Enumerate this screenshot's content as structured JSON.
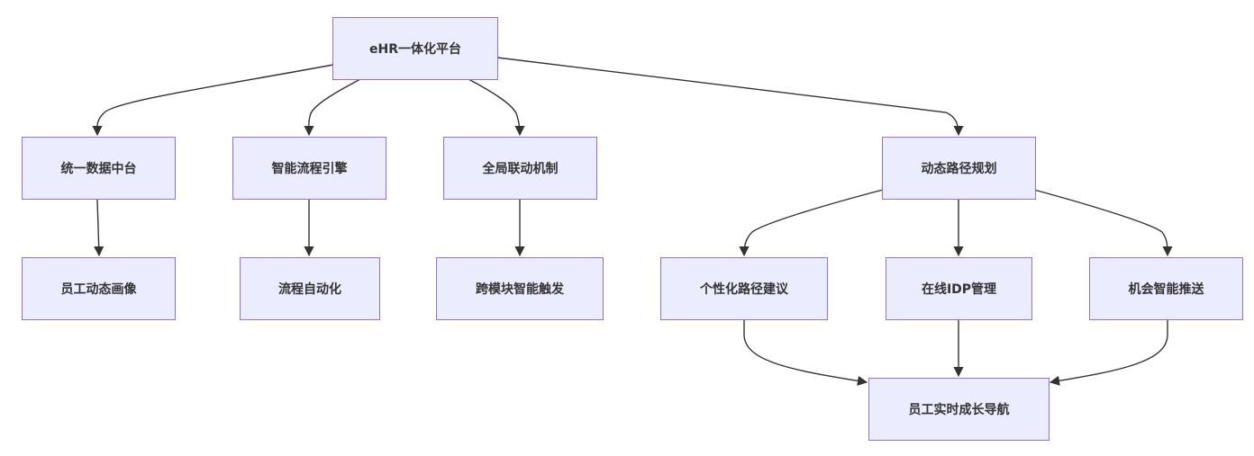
{
  "nodes": {
    "root": "eHR一体化平台",
    "data_platform": "统一数据中台",
    "workflow_engine": "智能流程引擎",
    "global_linkage": "全局联动机制",
    "dynamic_path": "动态路径规划",
    "employee_profile": "员工动态画像",
    "process_automation": "流程自动化",
    "cross_module_trigger": "跨模块智能触发",
    "personalized_path": "个性化路径建议",
    "online_idp": "在线IDP管理",
    "opportunity_push": "机会智能推送",
    "growth_navigation": "员工实时成长导航"
  },
  "edges": [
    [
      "root",
      "data_platform"
    ],
    [
      "root",
      "workflow_engine"
    ],
    [
      "root",
      "global_linkage"
    ],
    [
      "root",
      "dynamic_path"
    ],
    [
      "data_platform",
      "employee_profile"
    ],
    [
      "workflow_engine",
      "process_automation"
    ],
    [
      "global_linkage",
      "cross_module_trigger"
    ],
    [
      "dynamic_path",
      "personalized_path"
    ],
    [
      "dynamic_path",
      "online_idp"
    ],
    [
      "dynamic_path",
      "opportunity_push"
    ],
    [
      "personalized_path",
      "growth_navigation"
    ],
    [
      "online_idp",
      "growth_navigation"
    ],
    [
      "opportunity_push",
      "growth_navigation"
    ]
  ],
  "colors": {
    "node_fill": "#ececff",
    "node_border": "#9370db",
    "edge": "#333333",
    "text": "#333333"
  }
}
